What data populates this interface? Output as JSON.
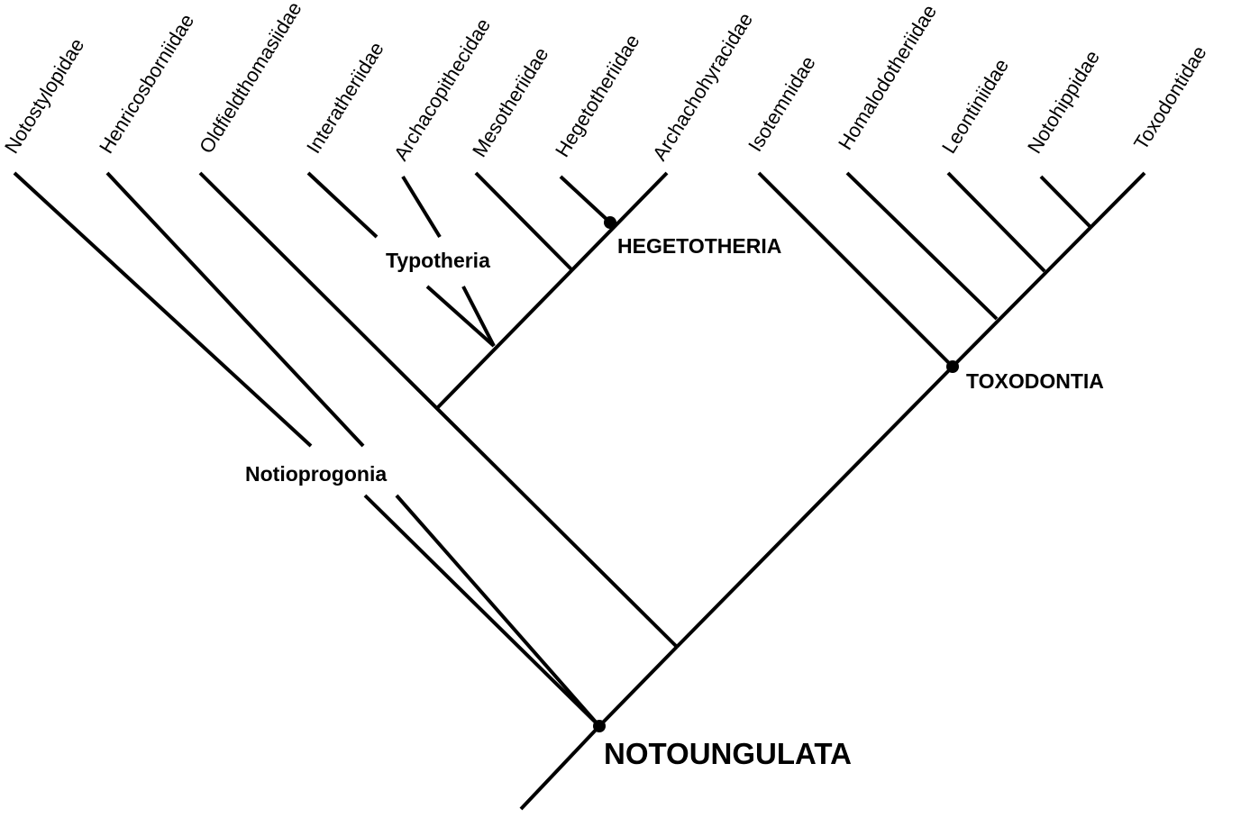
{
  "taxa": [
    "Notostylopidae",
    "Henricosborniidae",
    "Oldfieldthomasiidae",
    "Interatheriidae",
    "Archacopithecidae",
    "Mesotheriidae",
    "Hegetotheriidae",
    "Archachohyracidae",
    "Isotemnidae",
    "Homalodotheriidae",
    "Leontiniidae",
    "Notohippidae",
    "Toxodontidae"
  ],
  "clades": {
    "notioprogonia": "Notioprogonia",
    "typotheria": "Typotheria",
    "hegetotheria": "HEGETOTHERIA",
    "toxodontia": "TOXODONTIA",
    "notoungulata": "NOTOUNGULATA"
  },
  "colors": {
    "line": "#000000",
    "node": "#000000",
    "background": "#ffffff"
  }
}
